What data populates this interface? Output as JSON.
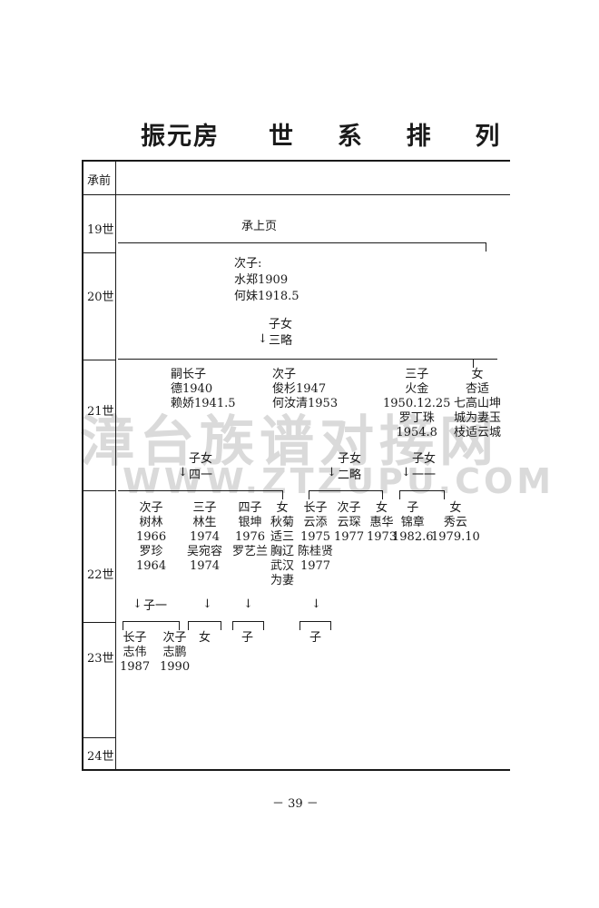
{
  "page": {
    "house": "振元房",
    "title": "世  系  排  列",
    "page_number": "－ 39 －"
  },
  "watermark": {
    "cn": "漳台族谱对接网",
    "en": "WWW.ZTZUPU.COM"
  },
  "generations": [
    "承前",
    "19世",
    "20世",
    "21世",
    "22世",
    "23世",
    "24世"
  ],
  "g19": {
    "note": "承上页"
  },
  "g20": {
    "lines": [
      "次子:",
      "水郑1909",
      "何妹1918.5"
    ]
  },
  "g20_children": {
    "top": "子女",
    "bottom": "三略"
  },
  "g21": [
    {
      "lines": [
        "嗣长子",
        "德1940",
        "赖娇1941.5"
      ]
    },
    {
      "lines": [
        "次子",
        "俊杉1947",
        "何汝清1953"
      ]
    },
    {
      "lines": [
        "三子",
        "火金",
        "1950.12.25",
        "罗丁珠",
        "1954.8"
      ]
    },
    {
      "lines": [
        "女",
        "杏适",
        "七高山坤",
        "城为妻玉",
        "枝适云城"
      ]
    }
  ],
  "g21_children": [
    {
      "top": "子女",
      "bottom": "四一"
    },
    {
      "top": "子女",
      "bottom": "二略"
    },
    {
      "top": "子女",
      "bottom": "一一"
    }
  ],
  "g22": [
    {
      "lines": [
        "次子",
        "树林",
        "1966",
        "罗珍",
        "1964"
      ]
    },
    {
      "lines": [
        "三子",
        "林生",
        "1974",
        "吴宛容",
        "1974"
      ]
    },
    {
      "lines": [
        "四子",
        "银坤",
        "1976",
        "罗艺兰"
      ]
    },
    {
      "lines": [
        "女",
        "秋菊",
        "适三",
        "胸辽",
        "武汉",
        "为妻"
      ]
    },
    {
      "lines": [
        "长子",
        "云添",
        "1975",
        "陈桂贤",
        "1977"
      ]
    },
    {
      "lines": [
        "次子",
        "云琛",
        "1977"
      ]
    },
    {
      "lines": [
        "女",
        "惠华",
        "1973"
      ]
    },
    {
      "lines": [
        "子",
        "锦章",
        "1982.6"
      ]
    },
    {
      "lines": [
        "女",
        "秀云",
        "1979.10"
      ]
    }
  ],
  "g22_children": [
    {
      "label": "子一"
    }
  ],
  "g23": [
    {
      "lines": [
        "长子",
        "志伟",
        "1987"
      ]
    },
    {
      "lines": [
        "次子",
        "志鹏",
        "1990"
      ]
    },
    {
      "lines": [
        "女"
      ]
    },
    {
      "lines": [
        "子"
      ]
    },
    {
      "lines": [
        "子"
      ]
    }
  ]
}
